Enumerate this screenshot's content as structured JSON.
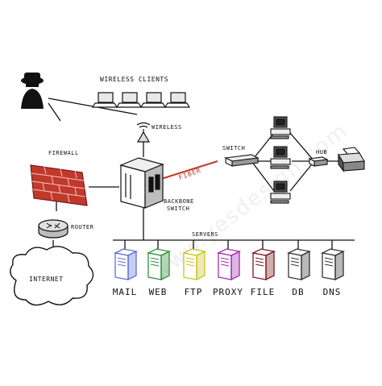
{
  "labels": {
    "wireless_clients": "WIRELESS CLIENTS",
    "wireless": "WIRELESS",
    "firewall": "FIREWALL",
    "router": "ROUTER",
    "internet": "INTERNET",
    "fiber": "FIBER",
    "backbone": "BACKBONE",
    "switch_word": "SWITCH",
    "switch_right": "SWITCH",
    "hub": "HUB",
    "servers": "SERVERS"
  },
  "servers": [
    {
      "label": "MAIL",
      "color": "#5b6fd6"
    },
    {
      "label": "WEB",
      "color": "#2f8f3a"
    },
    {
      "label": "FTP",
      "color": "#c9c21e"
    },
    {
      "label": "PROXY",
      "color": "#a12bb0"
    },
    {
      "label": "FILE",
      "color": "#7a1a1a"
    },
    {
      "label": "DB",
      "color": "#333333"
    },
    {
      "label": "DNS",
      "color": "#333333"
    }
  ],
  "watermark": "www.yesdesign.com",
  "colors": {
    "firewall": "#c0392b",
    "fiber": "#c0392b",
    "ink": "#111111"
  }
}
